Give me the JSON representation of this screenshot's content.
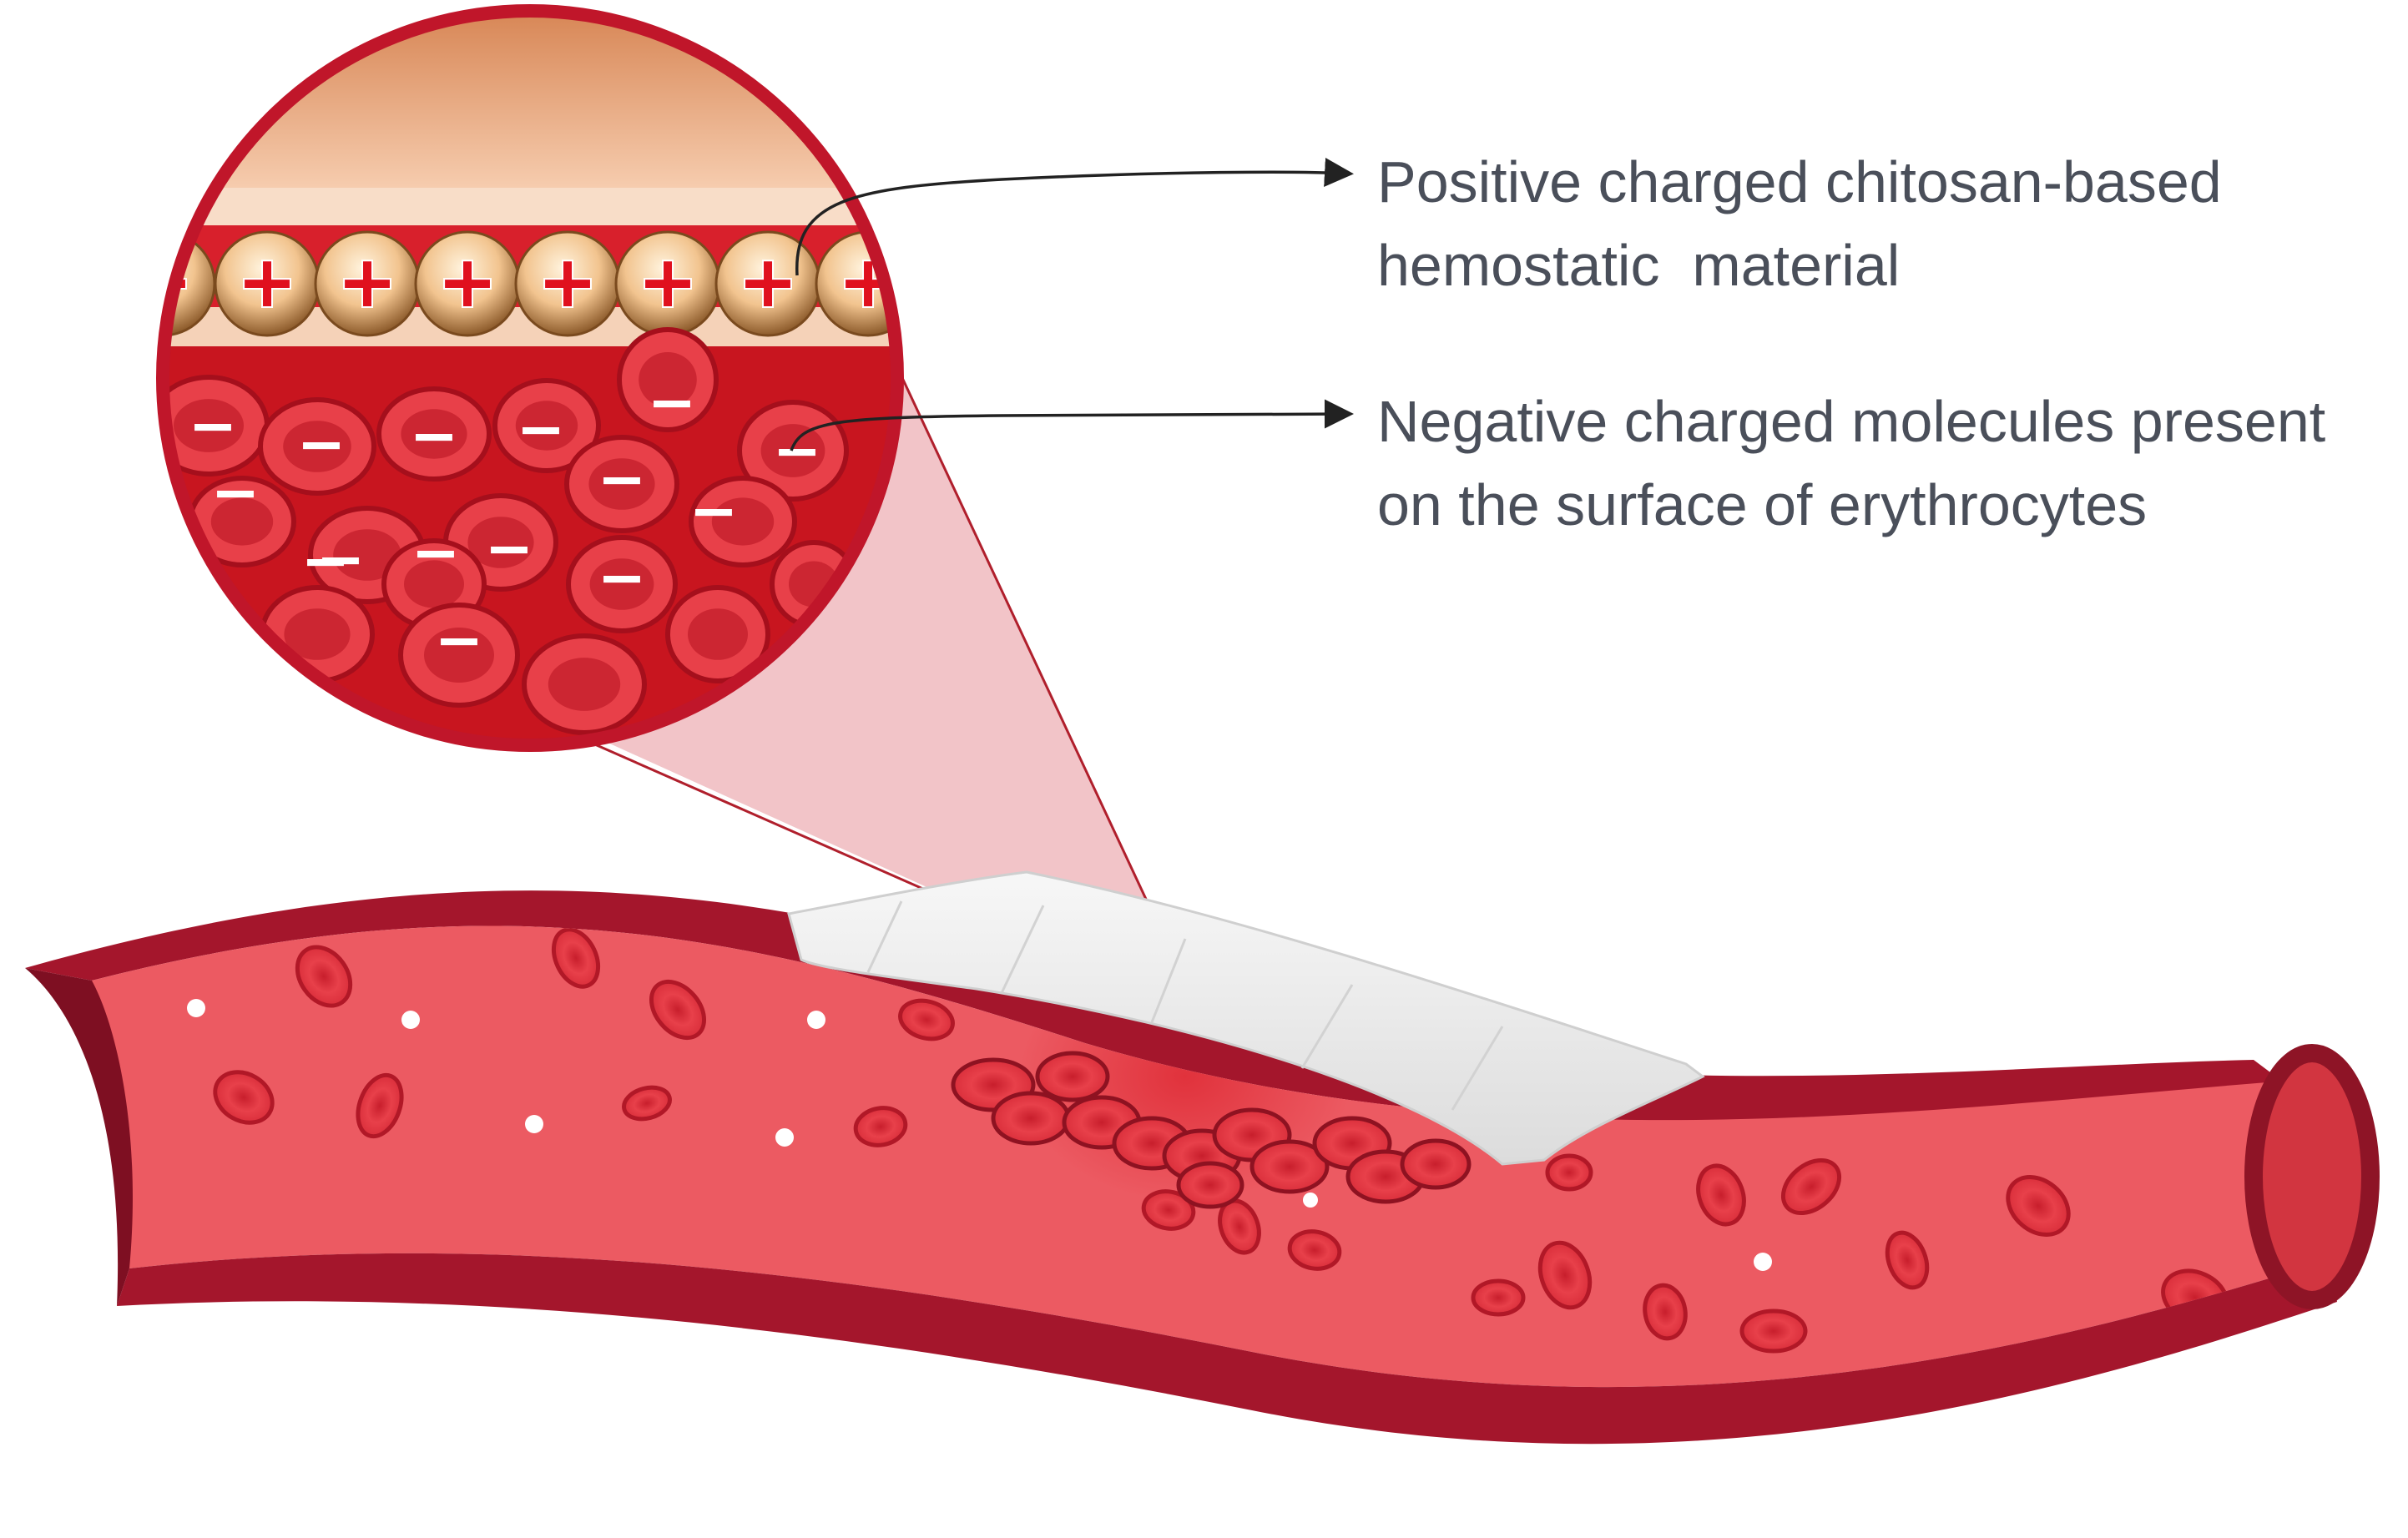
{
  "labels": {
    "positive": {
      "line1": "Positive charged chitosan-based",
      "line2": "hemostatic  material"
    },
    "negative": {
      "line1": "Negative charged molecules present",
      "line2": "on the surface of erythrocytes"
    }
  },
  "symbols": {
    "positive_charge": "+",
    "negative_charge": "−"
  },
  "colors": {
    "vessel_wall": "#a4162c",
    "blood": "#ec5a62",
    "erythrocyte": "#d92a3a",
    "chitosan_bead": "#e8b27c",
    "magnifier_ring": "#c0162a",
    "dressing": "#eeeeee",
    "arrow": "#222222",
    "label_text": "#4a4f5a"
  }
}
